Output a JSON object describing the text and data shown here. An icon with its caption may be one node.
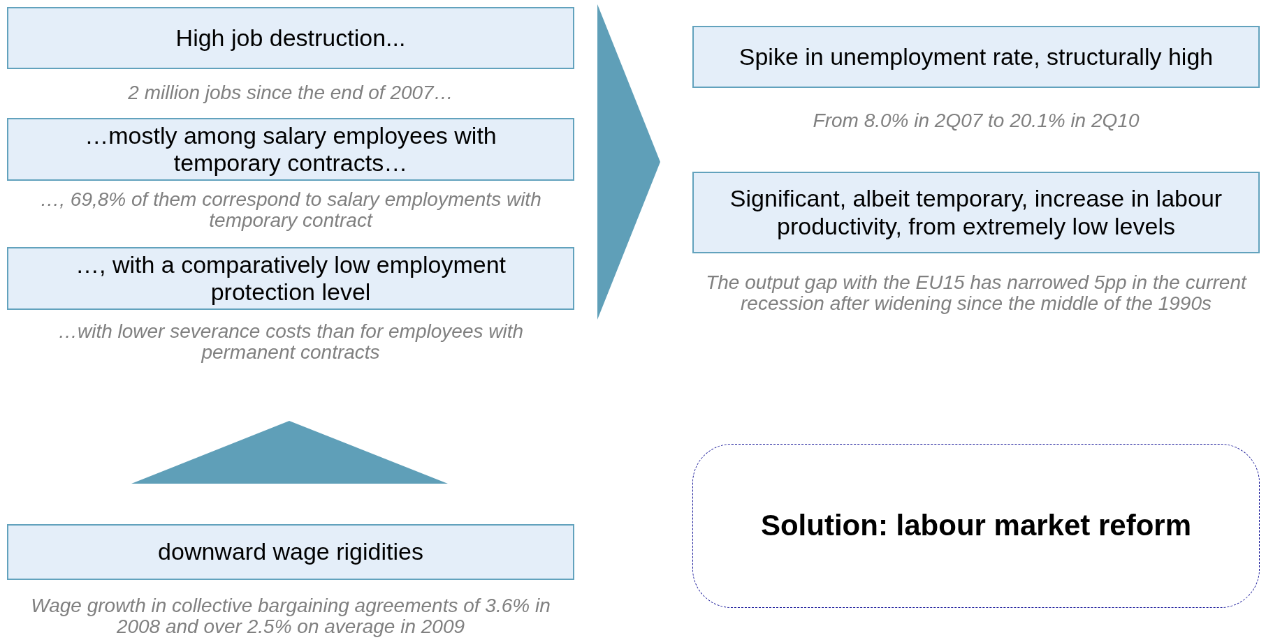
{
  "diagram": {
    "nodes": [
      {
        "text": [
          "High job destruction..."
        ],
        "beside": [
          "2 million jobs since the end of 2007…"
        ]
      },
      {
        "text": [
          "…mostly among salary employees with temporary contracts…"
        ],
        "beside": [
          "…, 69,8% of them correspond to salary employments with temporary contract"
        ]
      },
      {
        "text": [
          "…, with a comparatively low employment protection level"
        ],
        "beside": [
          "…with lower severance costs than for employees with permanent contracts"
        ]
      },
      {
        "text": [
          "downward wage rigidities"
        ],
        "beside": [
          "Wage growth in collective bargaining agreements of 3.6% in 2008 and over 2.5% on average in 2009"
        ]
      },
      {
        "text": [
          "Spike in unemployment rate, structurally high"
        ],
        "beside": [
          "From 8.0% in 2Q07 to 20.1% in 2Q10"
        ]
      },
      {
        "text": [
          "Significant, albeit temporary, increase in labour productivity, from extremely low levels"
        ],
        "beside": [
          "The output gap with the EU15 has narrowed 5pp in the current recession after widening since the middle of the 1990s"
        ]
      },
      {
        "text": [
          "Solution: labour market reform"
        ]
      }
    ]
  }
}
